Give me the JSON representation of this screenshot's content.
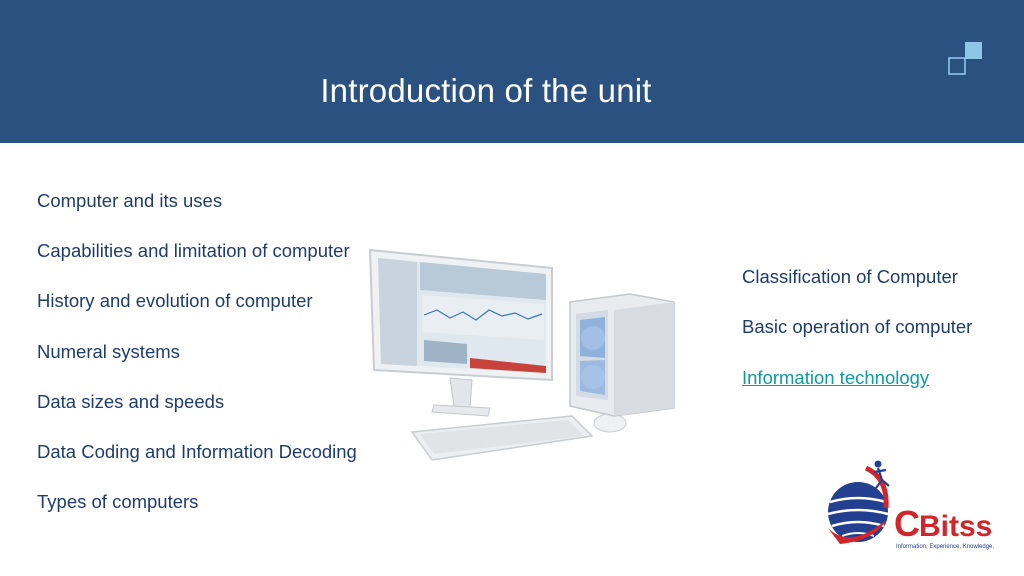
{
  "slide": {
    "title": "Introduction of the unit"
  },
  "left_topics": [
    "Computer and its uses",
    "Capabilities and limitation of computer",
    "History and evolution of computer",
    "Numeral systems",
    "Data sizes and speeds",
    "Data Coding and Information Decoding",
    "Types of computers"
  ],
  "right_topics": [
    "Classification of Computer",
    "Basic operation of computer"
  ],
  "right_link": "Information technology",
  "logo": {
    "brand": "CBitss",
    "tagline": "Information, Experience, Knowledge."
  },
  "colors": {
    "header": "#2a5180",
    "text": "#1f3d6b",
    "link": "#0e9aa0",
    "logo_red": "#d0262b",
    "logo_blue": "#233f8f"
  },
  "icons": [
    "squares-decoration-icon",
    "desktop-computer-image",
    "cbitss-logo"
  ]
}
